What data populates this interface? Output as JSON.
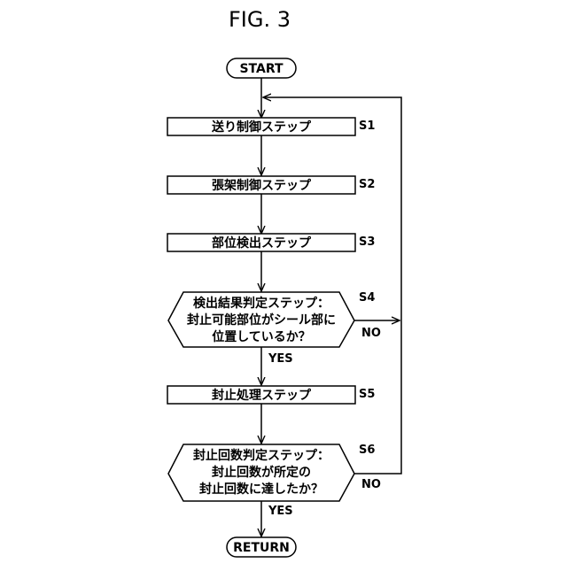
{
  "figure_title": "FIG. 3",
  "start_label": "START",
  "end_label": "RETURN",
  "steps": [
    {
      "id": "S1",
      "text": "送り制御ステップ"
    },
    {
      "id": "S2",
      "text": "張架制御ステップ"
    },
    {
      "id": "S3",
      "text": "部位検出ステップ"
    },
    {
      "id": "S5",
      "text": "封止処理ステップ"
    }
  ],
  "decisions": [
    {
      "id": "S4",
      "lines": [
        "検出結果判定ステップ：",
        "封止可能部位がシール部に",
        "位置しているか？"
      ],
      "yes_label": "YES",
      "no_label": "NO"
    },
    {
      "id": "S6",
      "lines": [
        "封止回数判定ステップ：",
        "封止回数が所定の",
        "封止回数に達したか？"
      ],
      "yes_label": "YES",
      "no_label": "NO"
    }
  ]
}
